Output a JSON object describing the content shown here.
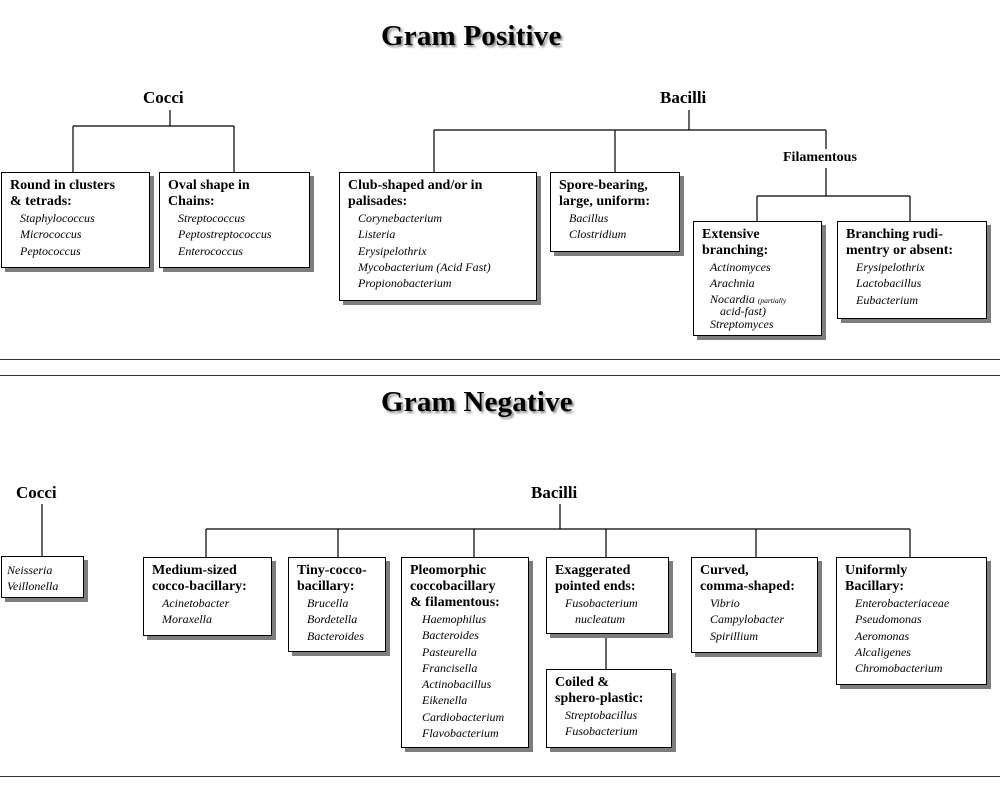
{
  "gram_positive": {
    "title": "Gram Positive",
    "cocci": {
      "heading": "Cocci",
      "groups": [
        {
          "label": "Round in clusters\n& tetrads:",
          "items": [
            "Staphylococcus",
            "Micrococcus",
            "Peptococcus"
          ]
        },
        {
          "label": "Oval shape in\nChains:",
          "items": [
            "Streptococcus",
            "Peptostreptococcus",
            "Enterococcus"
          ]
        }
      ]
    },
    "bacilli": {
      "heading": "Bacilli",
      "groups": [
        {
          "label": "Club-shaped and/or in\npalisades:",
          "items": [
            "Corynebacterium",
            "Listeria",
            "Erysipelothrix",
            "Mycobacterium (Acid Fast)",
            "Propionobacterium"
          ]
        },
        {
          "label": "Spore-bearing,\nlarge, uniform:",
          "items": [
            "Bacillus",
            "Clostridium"
          ]
        }
      ],
      "filamentous": {
        "heading": "Filamentous",
        "groups": [
          {
            "label": "Extensive\nbranching:",
            "items": [
              "Actinomyces",
              "Arachnia",
              "Nocardia",
              "Streptomyces"
            ],
            "note": "(partially",
            "note2": "acid-fast)"
          },
          {
            "label": "Branching rudi-\nmentry or absent:",
            "items": [
              "Erysipelothrix",
              "Lactobacillus",
              "Eubacterium"
            ]
          }
        ]
      }
    }
  },
  "gram_negative": {
    "title": "Gram Negative",
    "cocci": {
      "heading": "Cocci",
      "items": [
        "Neisseria",
        "Veillonella"
      ]
    },
    "bacilli": {
      "heading": "Bacilli",
      "groups": [
        {
          "label": "Medium-sized\ncocco-bacillary:",
          "items": [
            "Acinetobacter",
            "Moraxella"
          ]
        },
        {
          "label": "Tiny-cocco-\nbacillary:",
          "items": [
            "Brucella",
            "Bordetella",
            "Bacteroides"
          ]
        },
        {
          "label": "Pleomorphic\ncoccobacillary\n& filamentous:",
          "items": [
            "Haemophilus",
            "Bacteroides",
            "Pasteurella",
            "Francisella",
            "Actinobacillus",
            "Eikenella",
            "Cardiobacterium",
            "Flavobacterium"
          ]
        },
        {
          "label": "Exaggerated\npointed ends:",
          "items": [
            "Fusobacterium",
            "nucleatum"
          ]
        },
        {
          "label": "Coiled &\nsphero-plastic:",
          "items": [
            "Streptobacillus",
            "Fusobacterium"
          ]
        },
        {
          "label": "Curved,\ncomma-shaped:",
          "items": [
            "Vibrio",
            "Campylobacter",
            "Spirillium"
          ]
        },
        {
          "label": "Uniformly\nBacillary:",
          "items": [
            "Enterobacteriaceae",
            "Pseudomonas",
            "Aeromonas",
            "Alcaligenes",
            "Chromobacterium"
          ]
        }
      ]
    }
  }
}
